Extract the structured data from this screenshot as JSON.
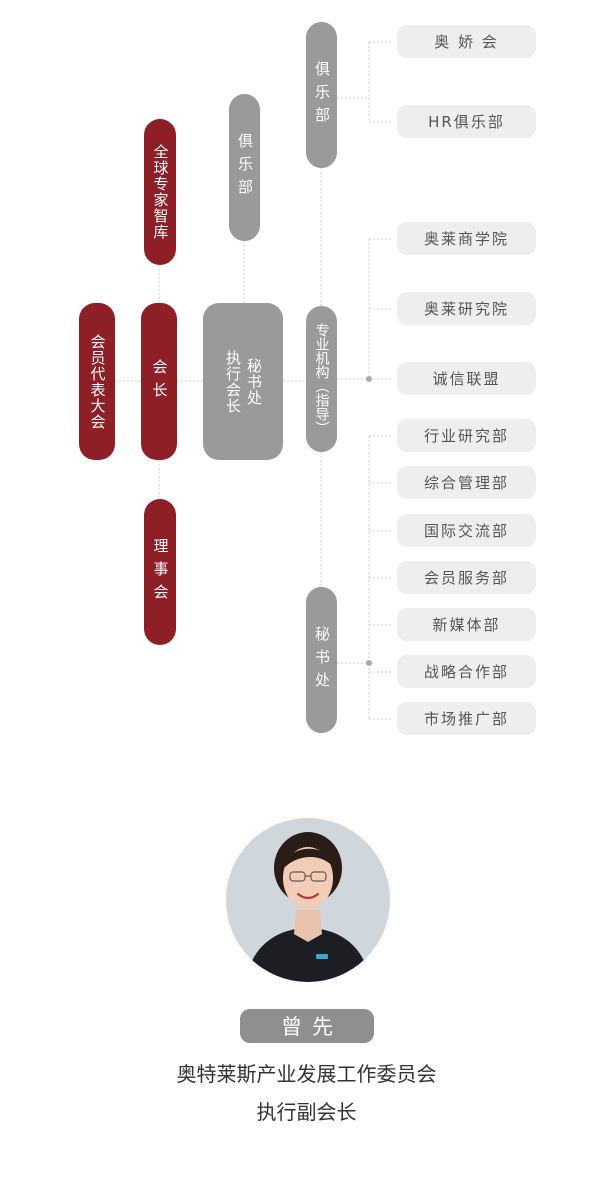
{
  "org": {
    "assembly": "会员代表大会",
    "president": "会长",
    "board": "理事会",
    "think_tank": "全球专家智库",
    "club_left": "俱乐部",
    "exec_sec": "秘书处",
    "exec_pres": "执行会长",
    "club_right": "俱乐部",
    "professional": "专业机构（指导）",
    "secretariat": "秘书处",
    "club_children": [
      "奥 娇 会",
      "HR俱乐部"
    ],
    "professional_children": [
      "奥莱商学院",
      "奥莱研究院",
      "诚信联盟"
    ],
    "secretariat_children": [
      "行业研究部",
      "综合管理部",
      "国际交流部",
      "会员服务部",
      "新媒体部",
      "战略合作部",
      "市场推广部"
    ]
  },
  "colors": {
    "red": "#8e1f27",
    "gray": "#9a9a9a",
    "leaf_bg": "#eeeeee",
    "line": "#cccccc"
  },
  "person": {
    "name": "曾先",
    "org": "奥特莱斯产业发展工作委员会",
    "title": "执行副会长",
    "photo_icon": "portrait-photo-icon"
  }
}
